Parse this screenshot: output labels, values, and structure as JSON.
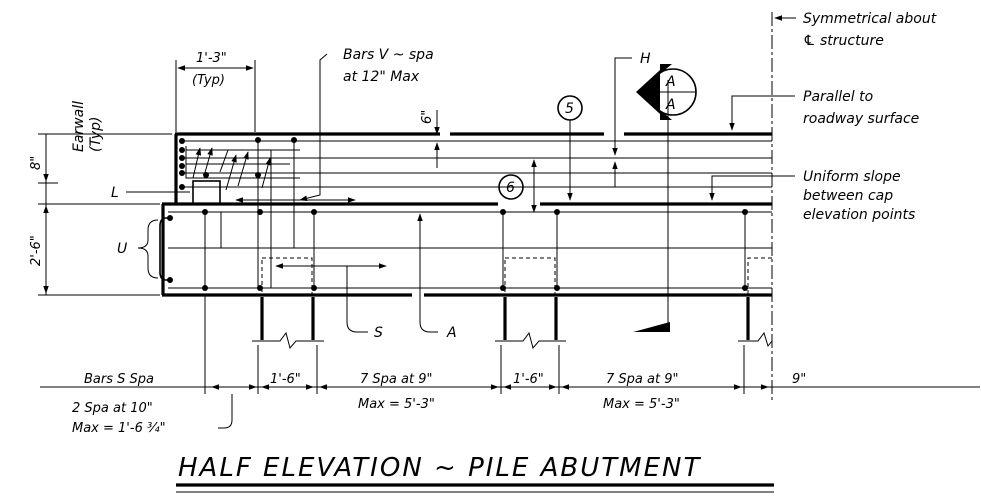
{
  "title": "HALF ELEVATION ~ PILE ABUTMENT",
  "labels": {
    "symmetrical_1": "Symmetrical about",
    "symmetrical_2": "℄ structure",
    "typ_dim": "1'-3\"",
    "typ": "(Typ)",
    "bars_v_1": "Bars V ~ spa",
    "bars_v_2": "at 12\" Max",
    "h": "H",
    "section": "A",
    "parallel_1": "Parallel to",
    "parallel_2": "roadway surface",
    "uniform_1": "Uniform slope",
    "uniform_2": "between cap",
    "uniform_3": "elevation points",
    "earwall": "Earwall",
    "earwall_typ": "(Typ)",
    "dim_8": "8\"",
    "dim_6": "6\"",
    "dim_2_6": "2'-6\"",
    "l": "L",
    "u": "U",
    "s": "S",
    "a": "A",
    "bar_5": "5",
    "bar_6": "6",
    "bars_s_spa": "Bars S Spa",
    "spa_10_1": "2 Spa at 10\"",
    "spa_10_2": "Max = 1'-6 ¾\"",
    "dim_1_6_a": "1'-6\"",
    "spa_9_a1": "7 Spa at 9\"",
    "spa_9_a2": "Max = 5'-3\"",
    "dim_1_6_b": "1'-6\"",
    "spa_9_b1": "7 Spa at 9\"",
    "spa_9_b2": "Max = 5'-3\"",
    "dim_9": "9\""
  }
}
